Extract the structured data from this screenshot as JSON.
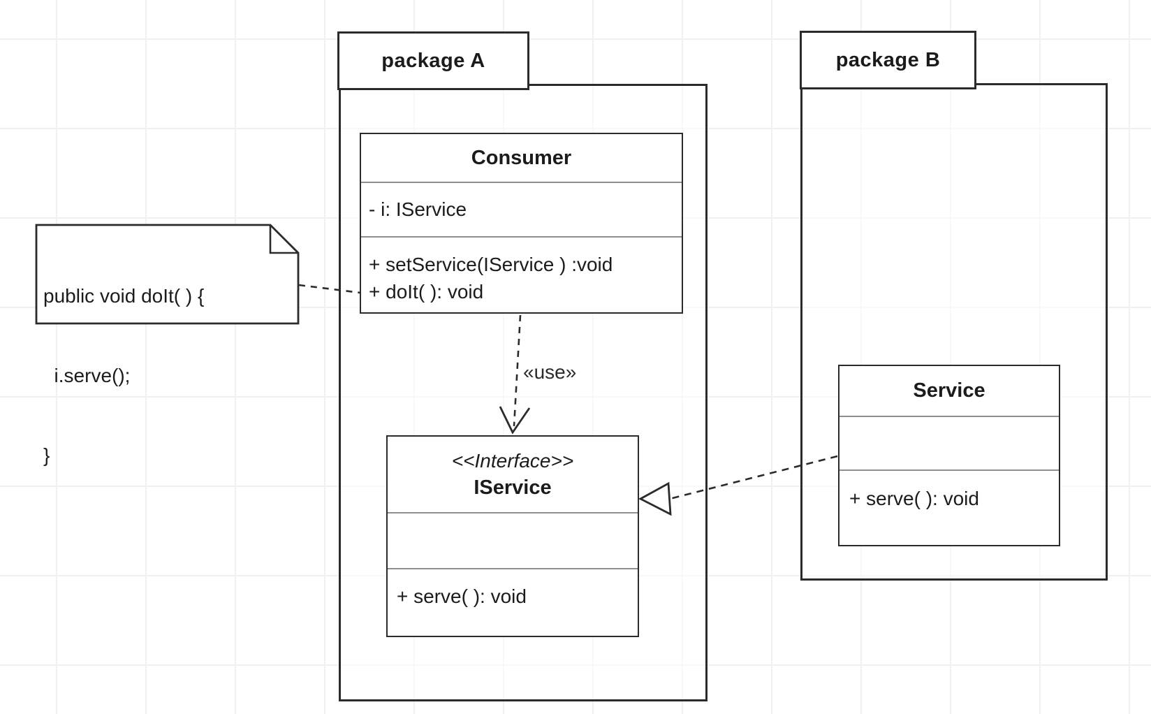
{
  "packages": {
    "a": {
      "label": "package A"
    },
    "b": {
      "label": "package B"
    }
  },
  "classes": {
    "consumer": {
      "name": "Consumer",
      "attributes": [
        "- i: IService"
      ],
      "methods": [
        "+ setService(IService ) :void",
        "+ doIt( ): void"
      ]
    },
    "iservice": {
      "stereotype": "<<Interface>>",
      "name": "IService",
      "attributes": [],
      "methods": [
        "+ serve( ): void"
      ]
    },
    "service": {
      "name": "Service",
      "attributes": [],
      "methods": [
        "+ serve( ): void"
      ]
    }
  },
  "note": {
    "lines": [
      "public void doIt( ) {",
      "  i.serve();",
      "}"
    ]
  },
  "connectors": {
    "use_label": "«use»",
    "use_type": "dashed dependency arrow from Consumer to IService",
    "realization_type": "dashed realization arrow from Service to IService",
    "note_link_type": "dashed line from note to Consumer.doIt"
  },
  "colors": {
    "line": "#2b2b2b",
    "divider": "#8f8f8f",
    "text": "#1b1b1b",
    "canvas": "#ffffff",
    "grid": "#f0f0f0"
  }
}
